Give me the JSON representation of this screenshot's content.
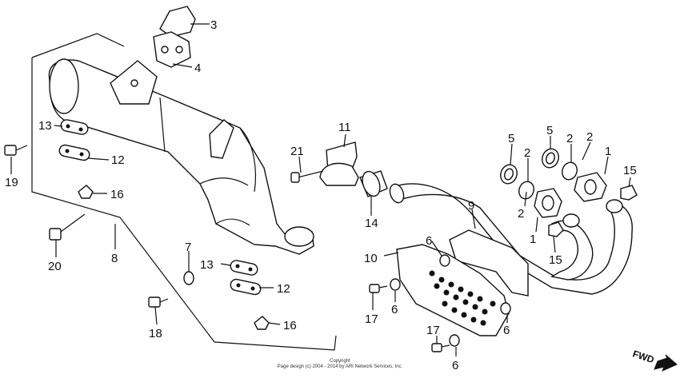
{
  "diagram": {
    "callouts": [
      "3",
      "4",
      "13",
      "12",
      "21",
      "11",
      "5",
      "5",
      "2",
      "2",
      "2",
      "1",
      "15",
      "19",
      "16",
      "14",
      "9",
      "2",
      "1",
      "15",
      "6",
      "20",
      "8",
      "7",
      "10",
      "13",
      "12",
      "6",
      "17",
      "16",
      "18",
      "17",
      "6",
      "6"
    ],
    "fwd_label": "FWD",
    "copyright_line1": "Copyright",
    "copyright_line2": "Page design (c) 2004 - 2014 by ARI Network Services, Inc."
  }
}
